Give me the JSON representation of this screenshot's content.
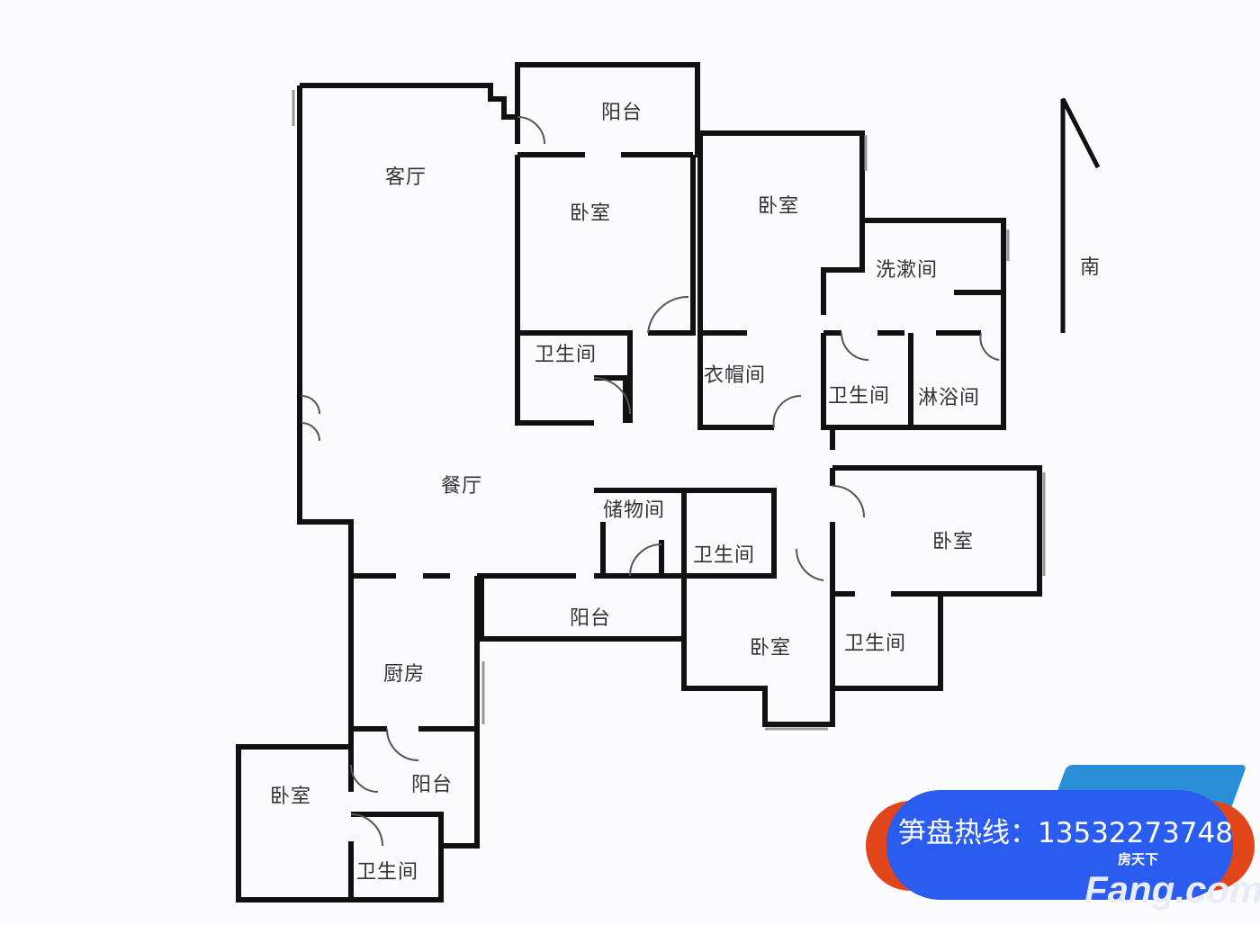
{
  "compass": {
    "label": "南"
  },
  "rooms": {
    "living": "客厅",
    "balcony_top": "阳台",
    "bedroom_1": "卧室",
    "bedroom_2": "卧室",
    "wash": "洗漱间",
    "bath_1": "卫生间",
    "closet": "衣帽间",
    "bath_2": "卫生间",
    "shower": "淋浴间",
    "dining": "餐厅",
    "storage": "储物间",
    "bath_3": "卫生间",
    "bedroom_3": "卧室",
    "balcony_mid": "阳台",
    "bedroom_4": "卧室",
    "bath_4": "卫生间",
    "kitchen": "厨房",
    "bedroom_5": "卧室",
    "balcony_low": "阳台",
    "bath_5": "卫生间"
  },
  "badge": {
    "hotline": "笋盘热线：13532273748",
    "logo_cn": "房天下",
    "logo": "Fang.com"
  },
  "colors": {
    "wall": "#111111",
    "badge_blue": "#2a5cf0",
    "badge_orange": "#e0461a"
  }
}
